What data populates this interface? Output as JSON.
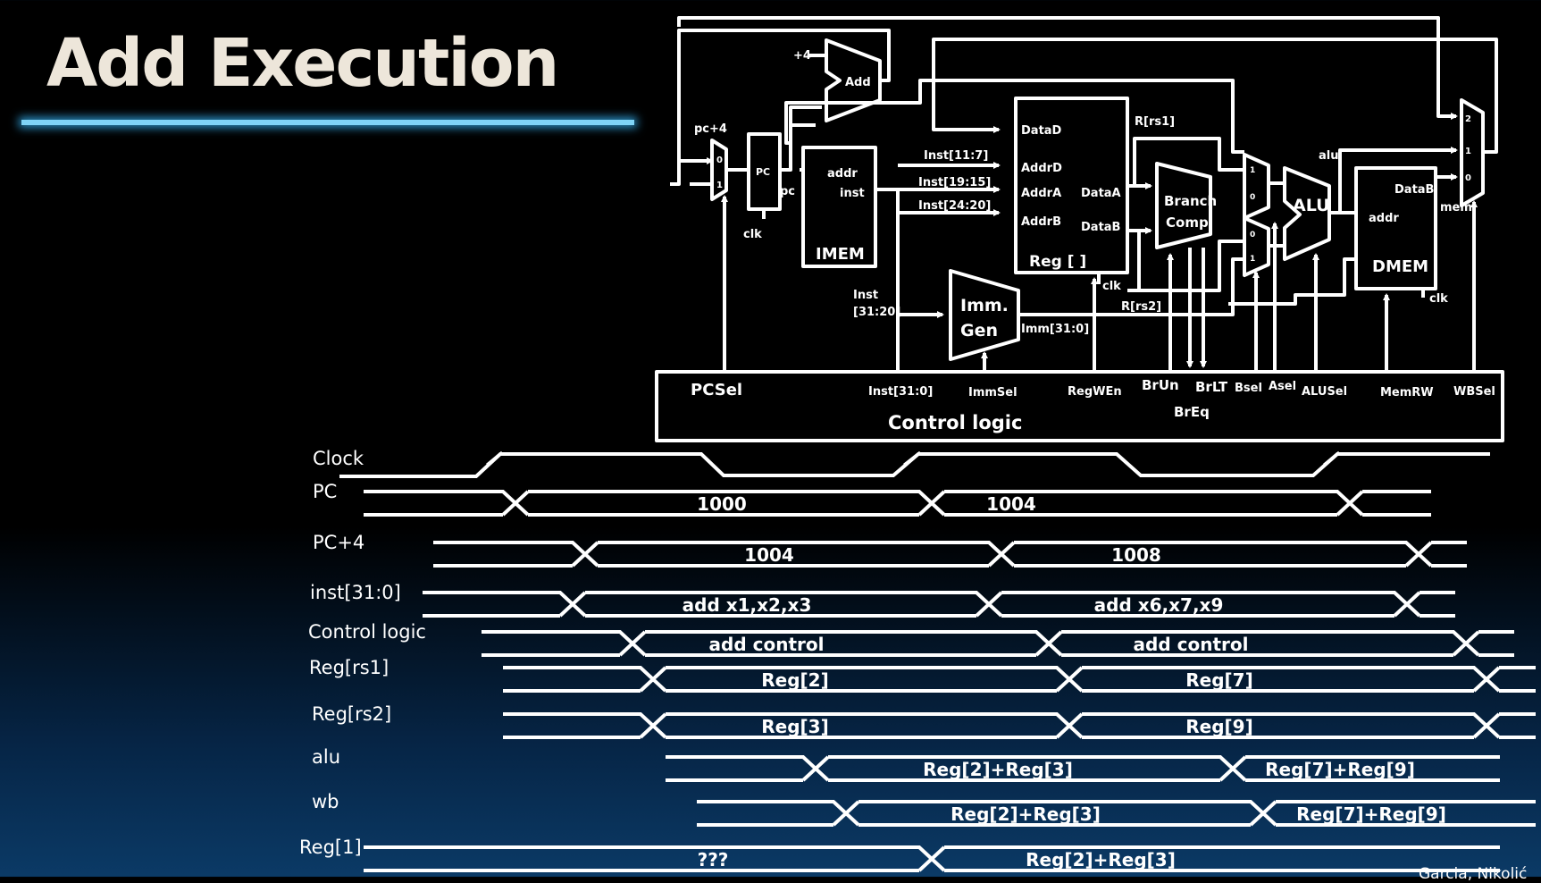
{
  "slide": {
    "title": "Add Execution",
    "credit": "Garcia, Nikolić"
  },
  "datapath": {
    "labels": {
      "plus4": "+4",
      "add": "Add",
      "pc_plus4": "pc+4",
      "pc_box": "PC",
      "pc_wire": "pc",
      "clk": "clk",
      "mux_0": "0",
      "mux_1": "1",
      "mux_2": "2",
      "addr": "addr",
      "inst": "inst",
      "imem": "IMEM",
      "inst_11_7": "Inst[11:7]",
      "inst_19_15": "Inst[19:15]",
      "inst_24_20": "Inst[24:20]",
      "inst_31_20_a": "Inst",
      "inst_31_20_b": "[31:20]",
      "imm_gen_a": "Imm.",
      "imm_gen_b": "Gen",
      "imm_31_0": "Imm[31:0]",
      "data_d": "DataD",
      "addr_d": "AddrD",
      "addr_a": "AddrA",
      "addr_b": "AddrB",
      "data_a": "DataA",
      "data_b": "DataB",
      "reg": "Reg [ ]",
      "r_rs1": "R[rs1]",
      "r_rs2": "R[rs2]",
      "branch_a": "Branch",
      "branch_b": "Comp",
      "alu": "ALU",
      "alu_wire": "alu",
      "dmem_addr": "addr",
      "dmem_datab": "DataB",
      "dmem": "DMEM",
      "mem_wire": "mem"
    },
    "controls": {
      "pcsel": "PCSel",
      "inst": "Inst[31:0]",
      "immsel": "ImmSel",
      "regwen": "RegWEn",
      "brun": "BrUn",
      "brlt": "BrLT",
      "breq": "BrEq",
      "bsel": "Bsel",
      "asel": "Asel",
      "alusel": "ALUSel",
      "memrw": "MemRW",
      "wbsel": "WBSel",
      "title": "Control logic"
    }
  },
  "timing": {
    "clock_label": "Clock",
    "signals": [
      {
        "label": "PC",
        "values": [
          "1000",
          "1004"
        ]
      },
      {
        "label": "PC+4",
        "values": [
          "1004",
          "1008"
        ]
      },
      {
        "label": "inst[31:0]",
        "values": [
          "add x1,x2,x3",
          "add x6,x7,x9"
        ]
      },
      {
        "label": "Control logic",
        "values": [
          "add control",
          "add control"
        ]
      },
      {
        "label": "Reg[rs1]",
        "values": [
          "Reg[2]",
          "Reg[7]"
        ]
      },
      {
        "label": "Reg[rs2]",
        "values": [
          "Reg[3]",
          "Reg[9]"
        ]
      },
      {
        "label": "alu",
        "values": [
          "Reg[2]+Reg[3]",
          "Reg[7]+Reg[9]"
        ]
      },
      {
        "label": "wb",
        "values": [
          "Reg[2]+Reg[3]",
          "Reg[7]+Reg[9]"
        ]
      },
      {
        "label": "Reg[1]",
        "values": [
          "???",
          "Reg[2]+Reg[3]"
        ]
      }
    ]
  }
}
